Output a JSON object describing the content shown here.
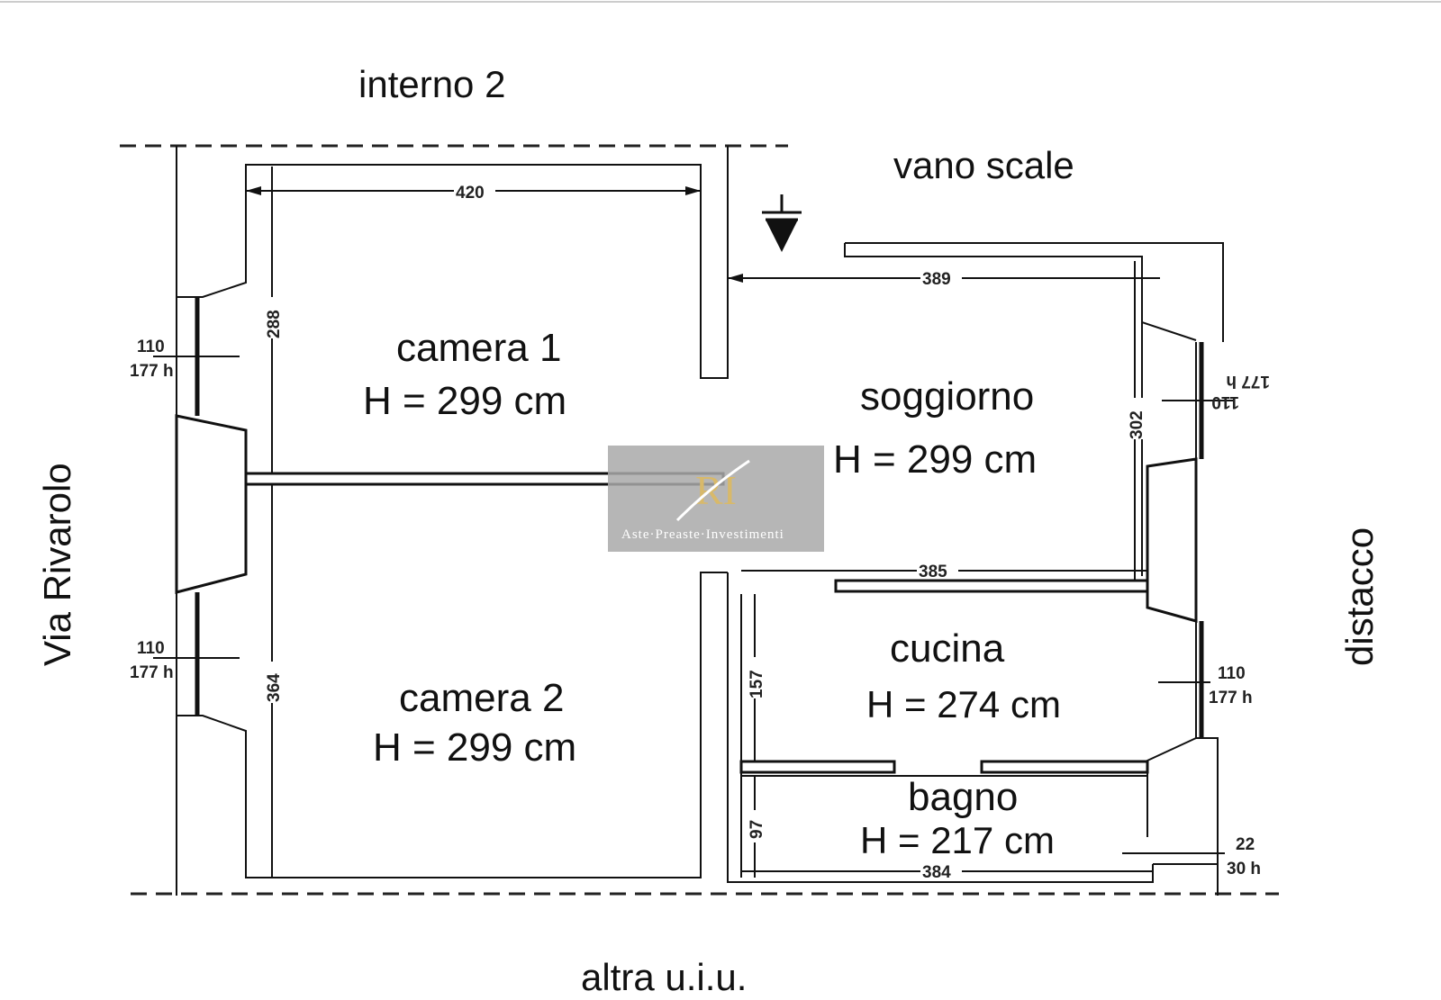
{
  "surroundings": {
    "top": "interno 2",
    "top_right": "vano scale",
    "left": "Via Rivarolo",
    "right": "distacco",
    "bottom": "altra u.i.u."
  },
  "rooms": [
    {
      "id": "camera1",
      "name": "camera 1",
      "height": "H = 299 cm"
    },
    {
      "id": "camera2",
      "name": "camera 2",
      "height": "H = 299 cm"
    },
    {
      "id": "soggiorno",
      "name": "soggiorno",
      "height": "H = 299 cm"
    },
    {
      "id": "cucina",
      "name": "cucina",
      "height": "H = 274 cm"
    },
    {
      "id": "bagno",
      "name": "bagno",
      "height": "H = 217 cm"
    }
  ],
  "dimensions": {
    "camera1_width": "420",
    "camera1_depth": "288",
    "camera2_depth": "364",
    "soggiorno_width": "389",
    "soggiorno_depth": "302",
    "cucina_width": "385",
    "cucina_depth": "157",
    "bagno_depth": "97",
    "bagno_width": "384"
  },
  "windows": [
    {
      "id": "w1",
      "width": "110",
      "height": "177 h"
    },
    {
      "id": "w2",
      "width": "110",
      "height": "177 h"
    },
    {
      "id": "w3",
      "width": "110",
      "height": "177 h"
    },
    {
      "id": "w4",
      "width": "110",
      "height": "177 h"
    },
    {
      "id": "w5",
      "width": "22",
      "height": "30 h"
    }
  ],
  "watermark": {
    "logo_letters": "RI",
    "tagline": "Aste·Preaste·Investimenti"
  },
  "colors": {
    "line": "#111111",
    "background": "#ffffff",
    "watermark_box": "#a9a9a9"
  }
}
